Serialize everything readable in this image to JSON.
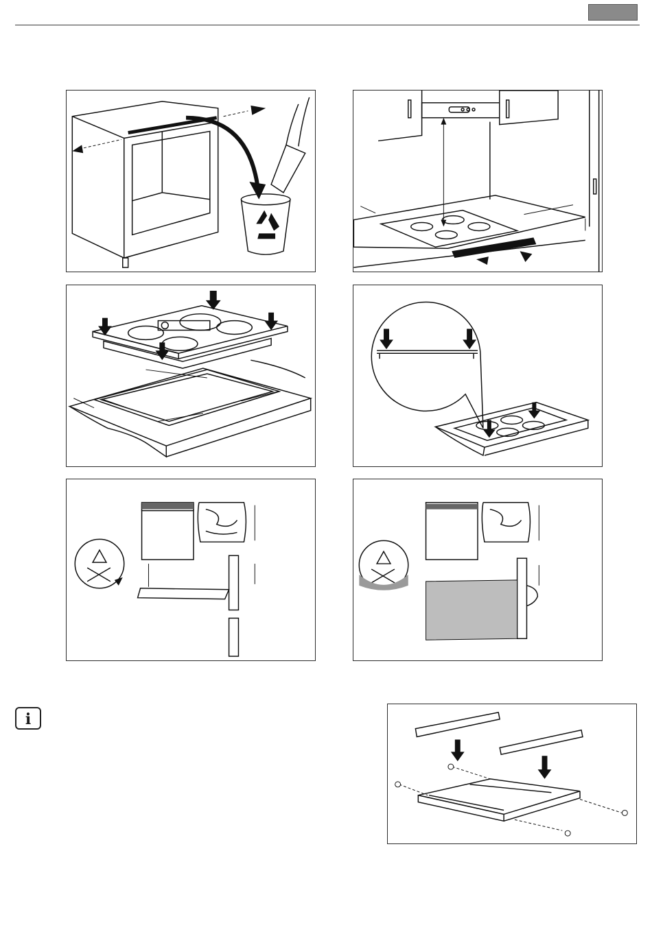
{
  "page": {
    "header": {
      "tab_color": "#8a8a8a"
    },
    "info_icon": {
      "glyph": "i"
    },
    "figures": [
      {
        "name": "cabinet-remove-rail"
      },
      {
        "name": "hood-clearance"
      },
      {
        "name": "seal-and-cutout"
      },
      {
        "name": "hob-placement-detail"
      },
      {
        "name": "drawer-below-clearance"
      },
      {
        "name": "oven-below-clearance"
      },
      {
        "name": "bracket-mount"
      }
    ]
  }
}
